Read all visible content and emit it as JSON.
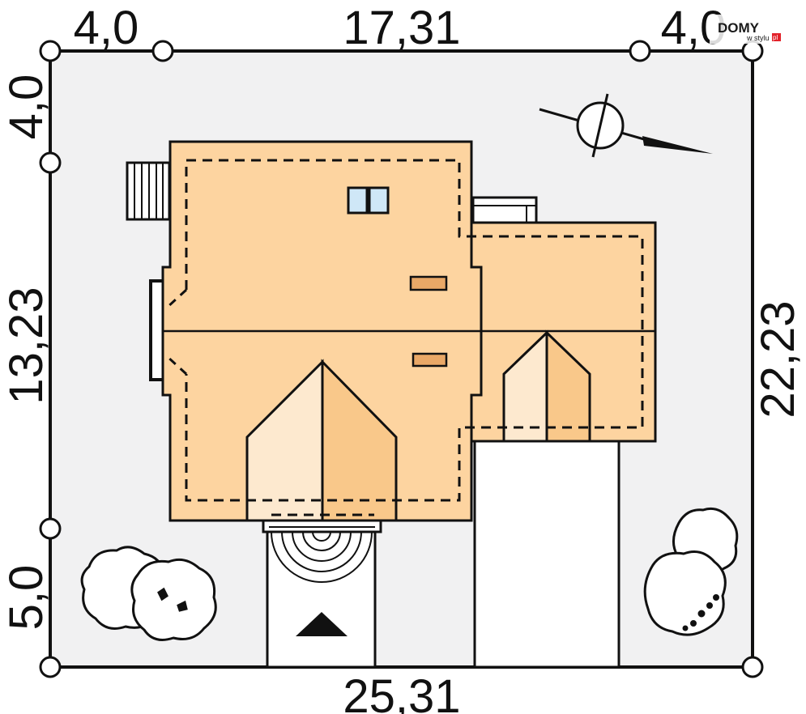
{
  "dimensions": {
    "top_left": "4,0",
    "top_middle": "17,31",
    "top_right": "4,0",
    "bottom": "25,31",
    "left_top": "4,0",
    "left_middle": "13,23",
    "left_bottom": "5,0",
    "right": "22,23"
  },
  "logo": {
    "main": "DOMY",
    "sub": "w stylu",
    "suffix": "pl"
  },
  "colors": {
    "plot": "#f1f1f2",
    "roof_main": "#fdd4a0",
    "roof_light": "#fde9cf",
    "roof_dark": "#f9c88a",
    "skylight": "#cfe7f7",
    "chimney": "#e9a867",
    "logo_badge": "#e2222a"
  },
  "icons": {
    "compass": "north-arrow-icon",
    "entrance": "entrance-arrow-icon"
  }
}
